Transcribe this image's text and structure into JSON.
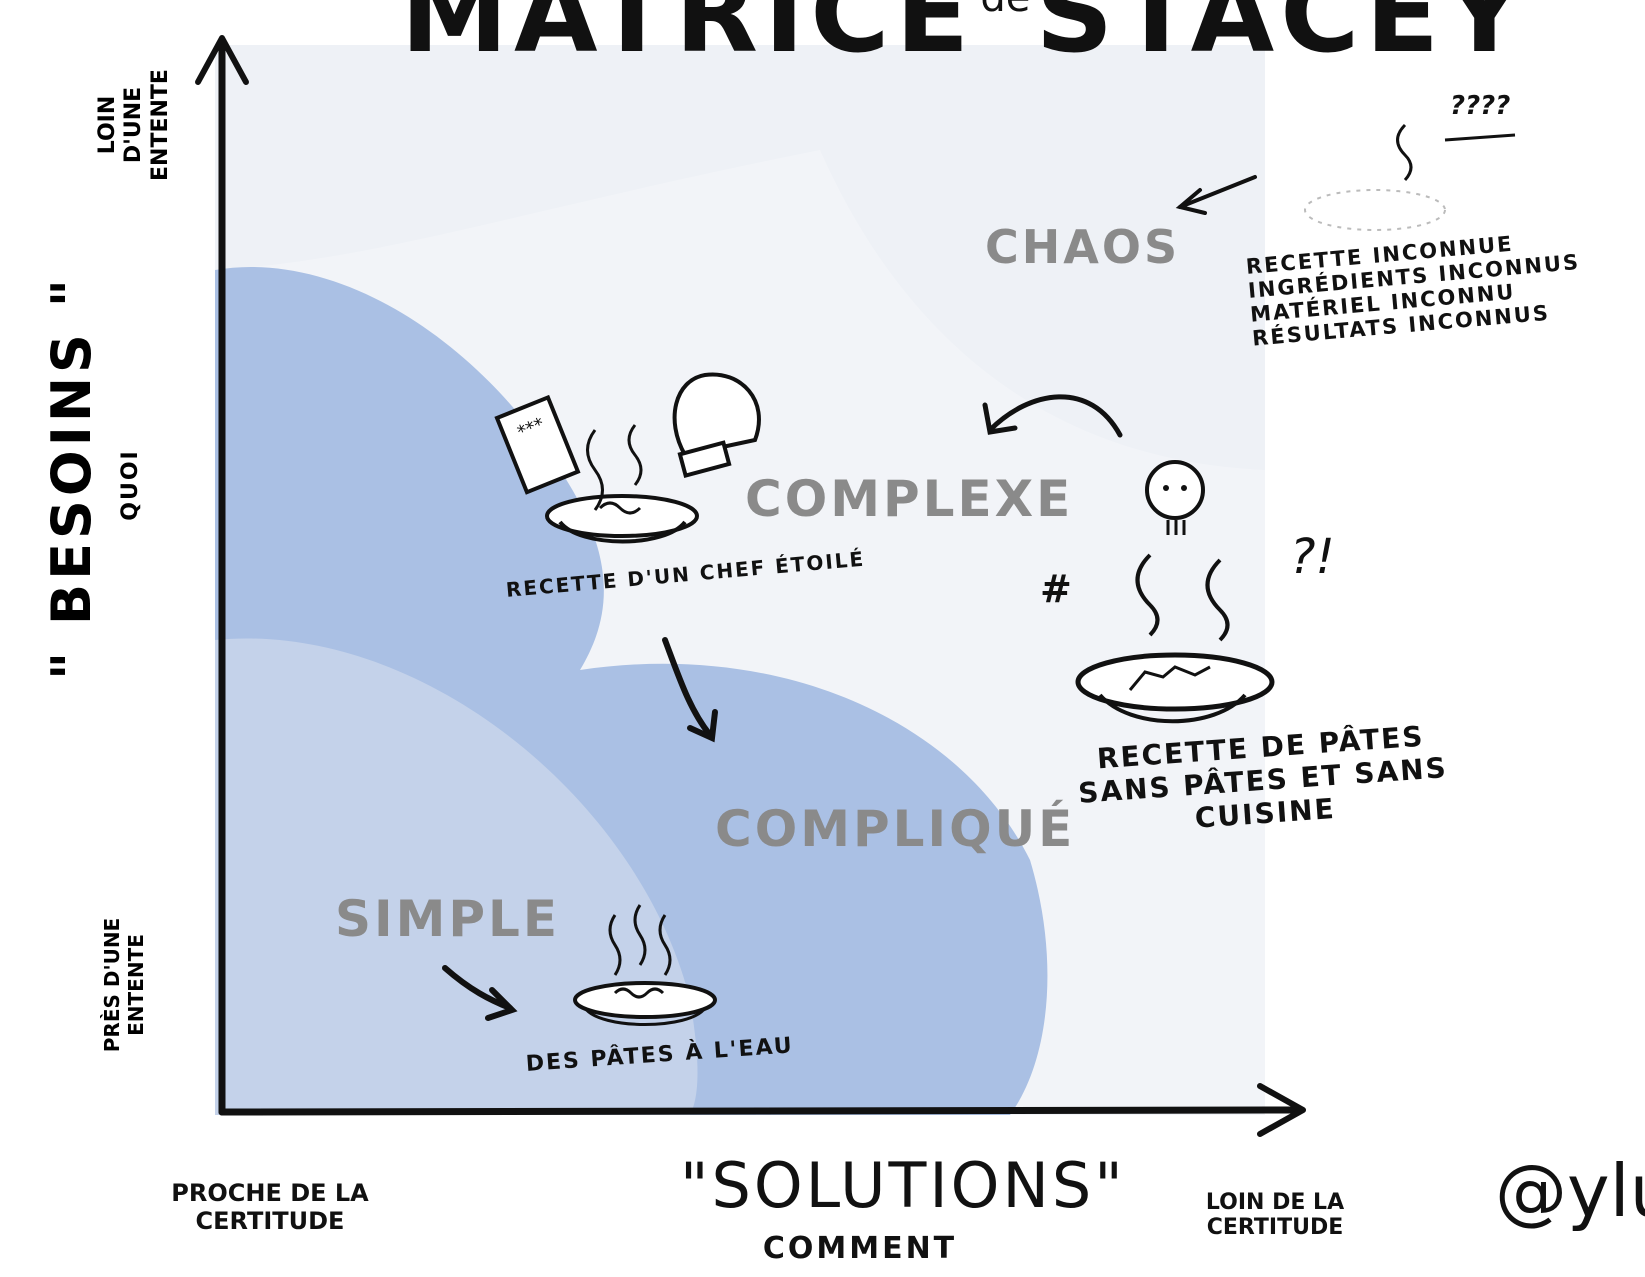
{
  "title": {
    "main_left": "MATRICE",
    "connector": "de",
    "main_right": "STACEY"
  },
  "axes": {
    "y_title": "\" BESOINS \"",
    "y_subtitle": "QUOI",
    "y_top": "LOIN D'UNE ENTENTE",
    "y_bottom": "PRÈS D'UNE ENTENTE",
    "x_title": "\"SOLUTIONS\"",
    "x_subtitle": "COMMENT",
    "x_left": "PROCHE DE LA CERTITUDE",
    "x_right": "LOIN DE LA CERTITUDE"
  },
  "zones": {
    "simple": "SIMPLE",
    "complique": "COMPLIQUÉ",
    "complexe": "COMPLEXE",
    "chaos": "CHAOS"
  },
  "captions": {
    "simple": "DES PÂTES À L'EAU",
    "complexe": "RECETTE D'UN CHEF ÉTOILÉ",
    "complique_line1": "RECETTE DE PÂTES",
    "complique_line2": "SANS PÂTES ET SANS",
    "complique_line3": "CUISINE",
    "chaos": [
      "RECETTE INCONNUE",
      "INGRÉDIENTS INCONNUS",
      "MATÉRIEL INCONNU",
      "RÉSULTATS INCONNUS"
    ]
  },
  "decorations": {
    "qmarks": "????",
    "interrobang": "?!",
    "hash": "#"
  },
  "signature": "@ylur",
  "colors": {
    "background": "#ffffff",
    "chaos_region": "#eef1f6",
    "complexe_region": "#eff2f7",
    "complique_region": "#aac0e4",
    "simple_region": "#c4d2ea",
    "zone_text": "#8a8a8a",
    "ink": "#111111"
  }
}
